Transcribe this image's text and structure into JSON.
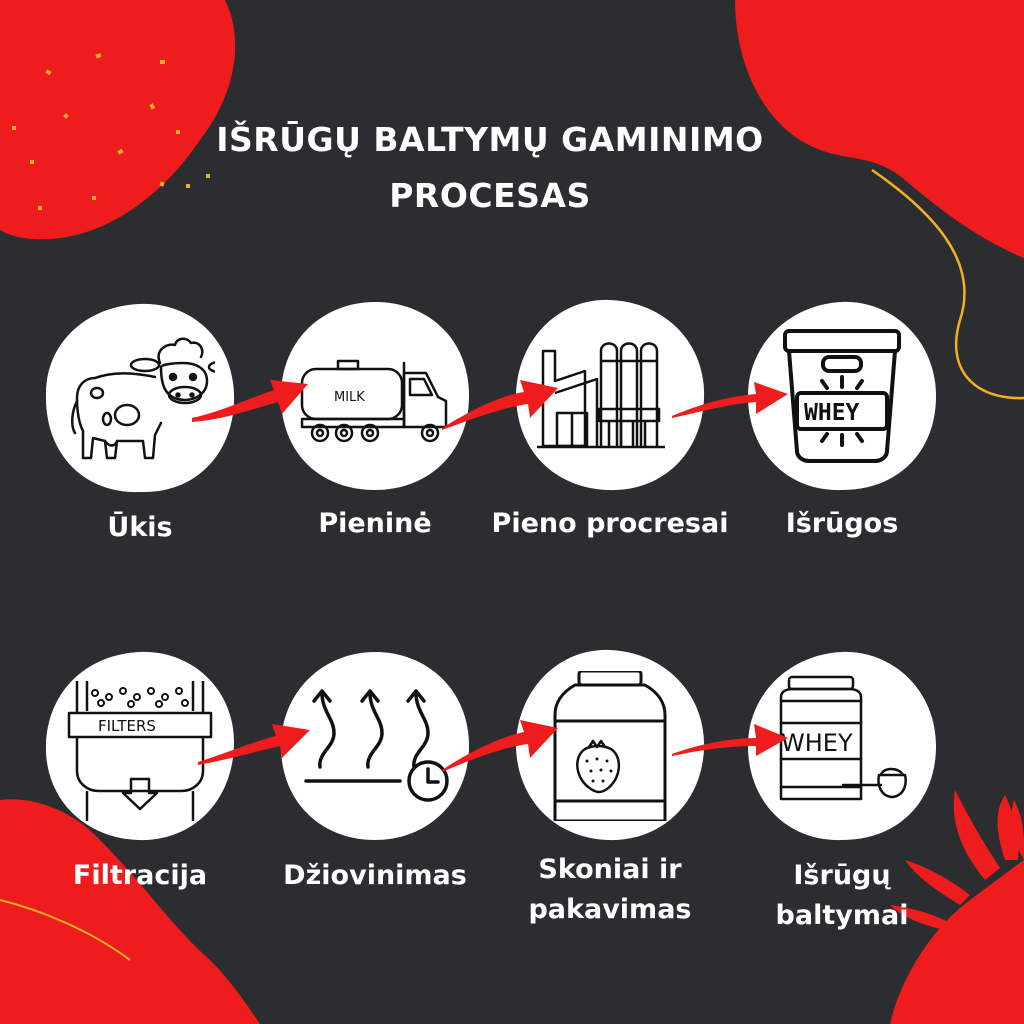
{
  "title": {
    "line1": "IŠRŪGŲ BALTYMŲ GAMINIMO",
    "line2": "PROCESAS"
  },
  "colors": {
    "background": "#2b2d30",
    "accent_red": "#ee1c1c",
    "accent_gold": "#f2b01e",
    "circle": "#ffffff",
    "icon_stroke": "#111111"
  },
  "steps": [
    {
      "label": "Ūkis",
      "icon": "cow-icon"
    },
    {
      "label": "Pieninė",
      "icon": "milk-truck-icon",
      "icon_text": "MILK"
    },
    {
      "label": "Pieno procresai",
      "icon": "factory-icon"
    },
    {
      "label": "Išrūgos",
      "icon": "whey-tub-icon",
      "icon_text": "WHEY"
    },
    {
      "label": "Filtracija",
      "icon": "filter-tank-icon",
      "icon_text": "FILTERS"
    },
    {
      "label": "Džiovinimas",
      "icon": "drying-heat-icon"
    },
    {
      "label": "Skoniai ir",
      "label2": "pakavimas",
      "icon": "strawberry-jar-icon"
    },
    {
      "label": "Išrūgų",
      "label2": "baltymai",
      "icon": "whey-protein-scoop-icon",
      "icon_text": "WHEY"
    }
  ]
}
